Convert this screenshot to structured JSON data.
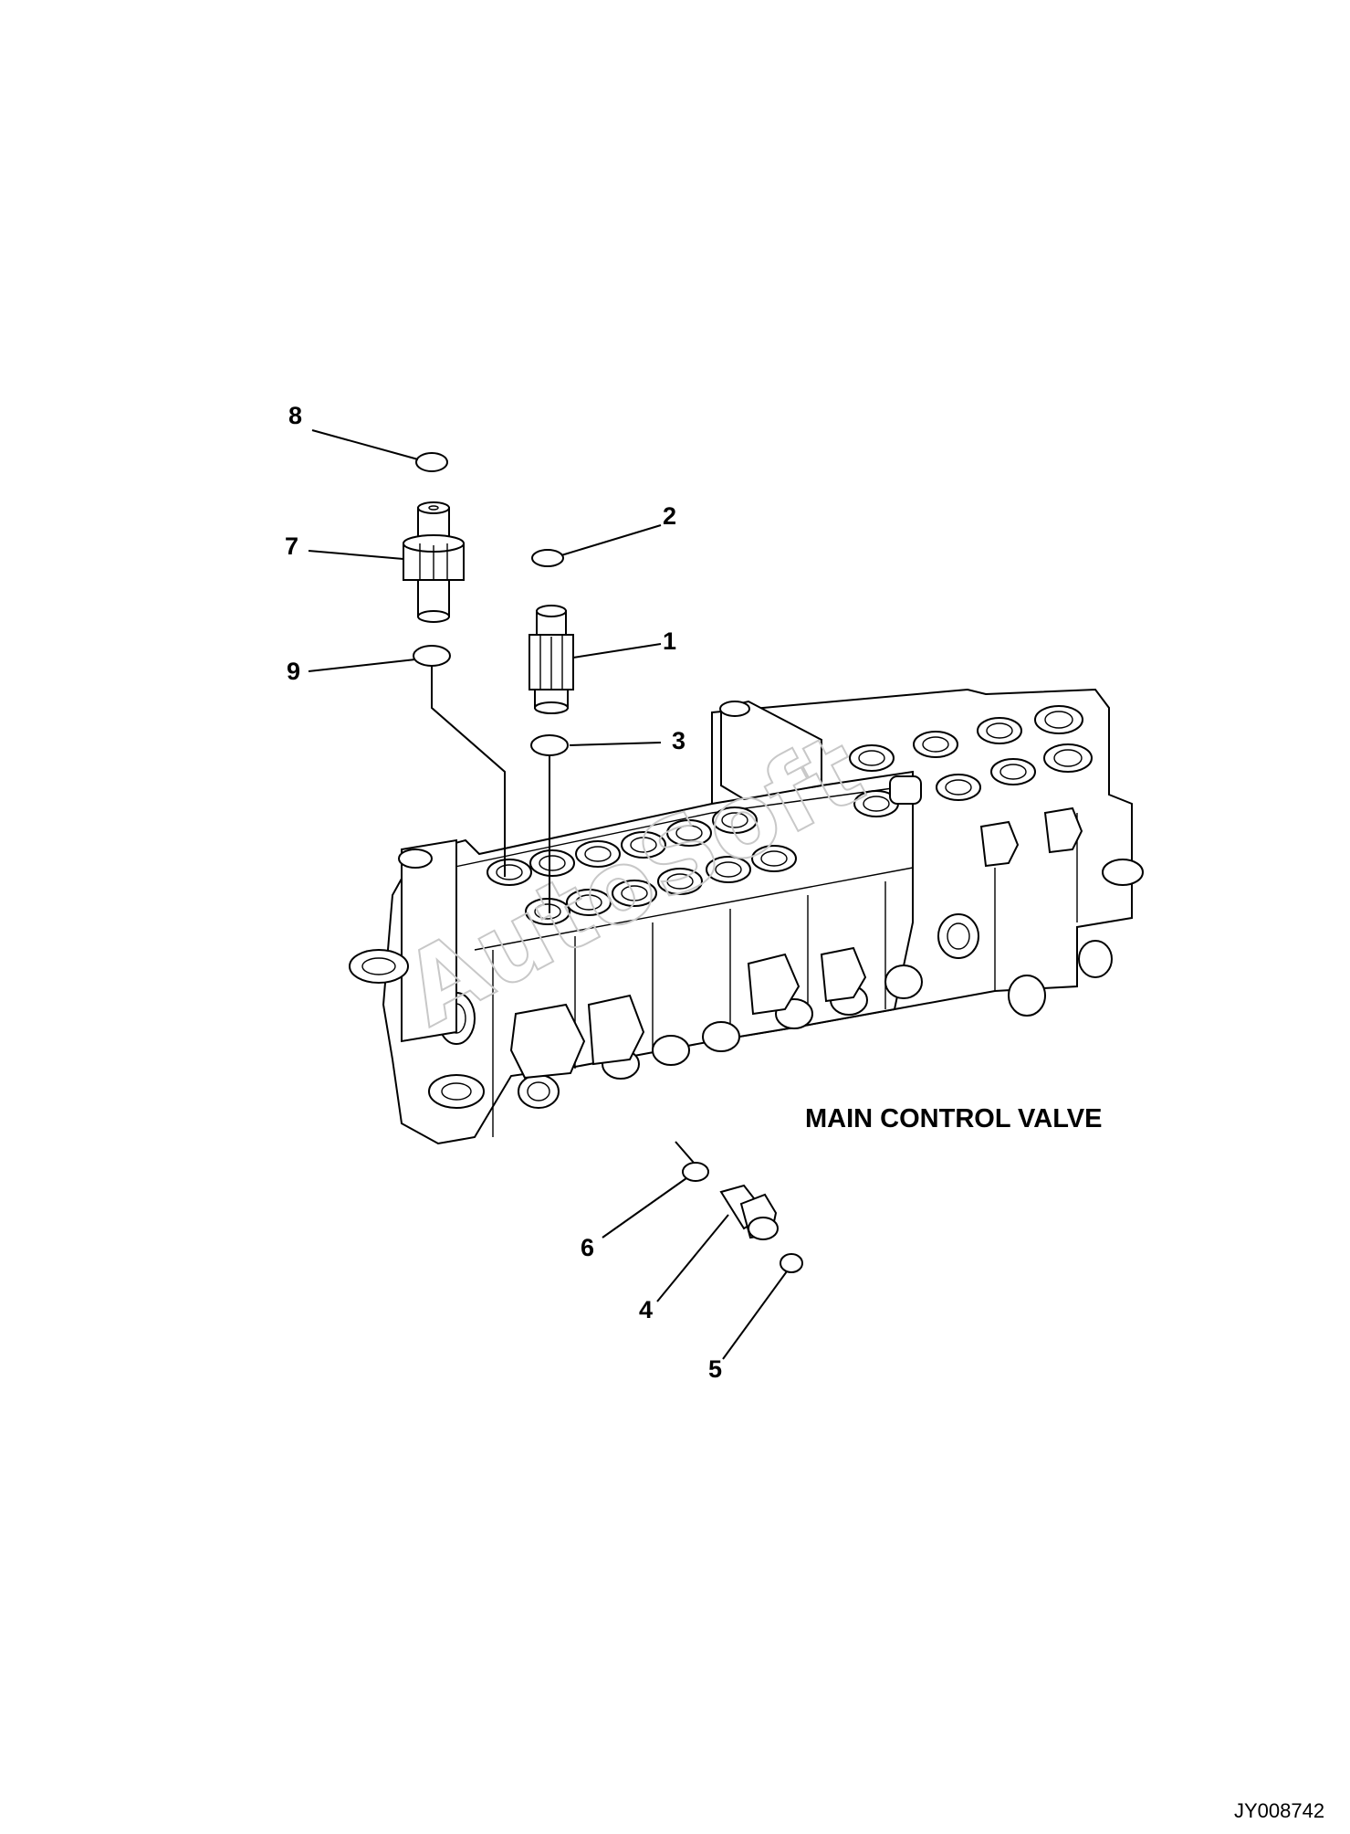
{
  "diagram": {
    "assembly_label": "MAIN CONTROL VALVE",
    "drawing_code": "JY008742",
    "watermark": "AutoSoft",
    "callouts": {
      "c1": "1",
      "c2": "2",
      "c3": "3",
      "c4": "4",
      "c5": "5",
      "c6": "6",
      "c7": "7",
      "c8": "8",
      "c9": "9"
    }
  }
}
